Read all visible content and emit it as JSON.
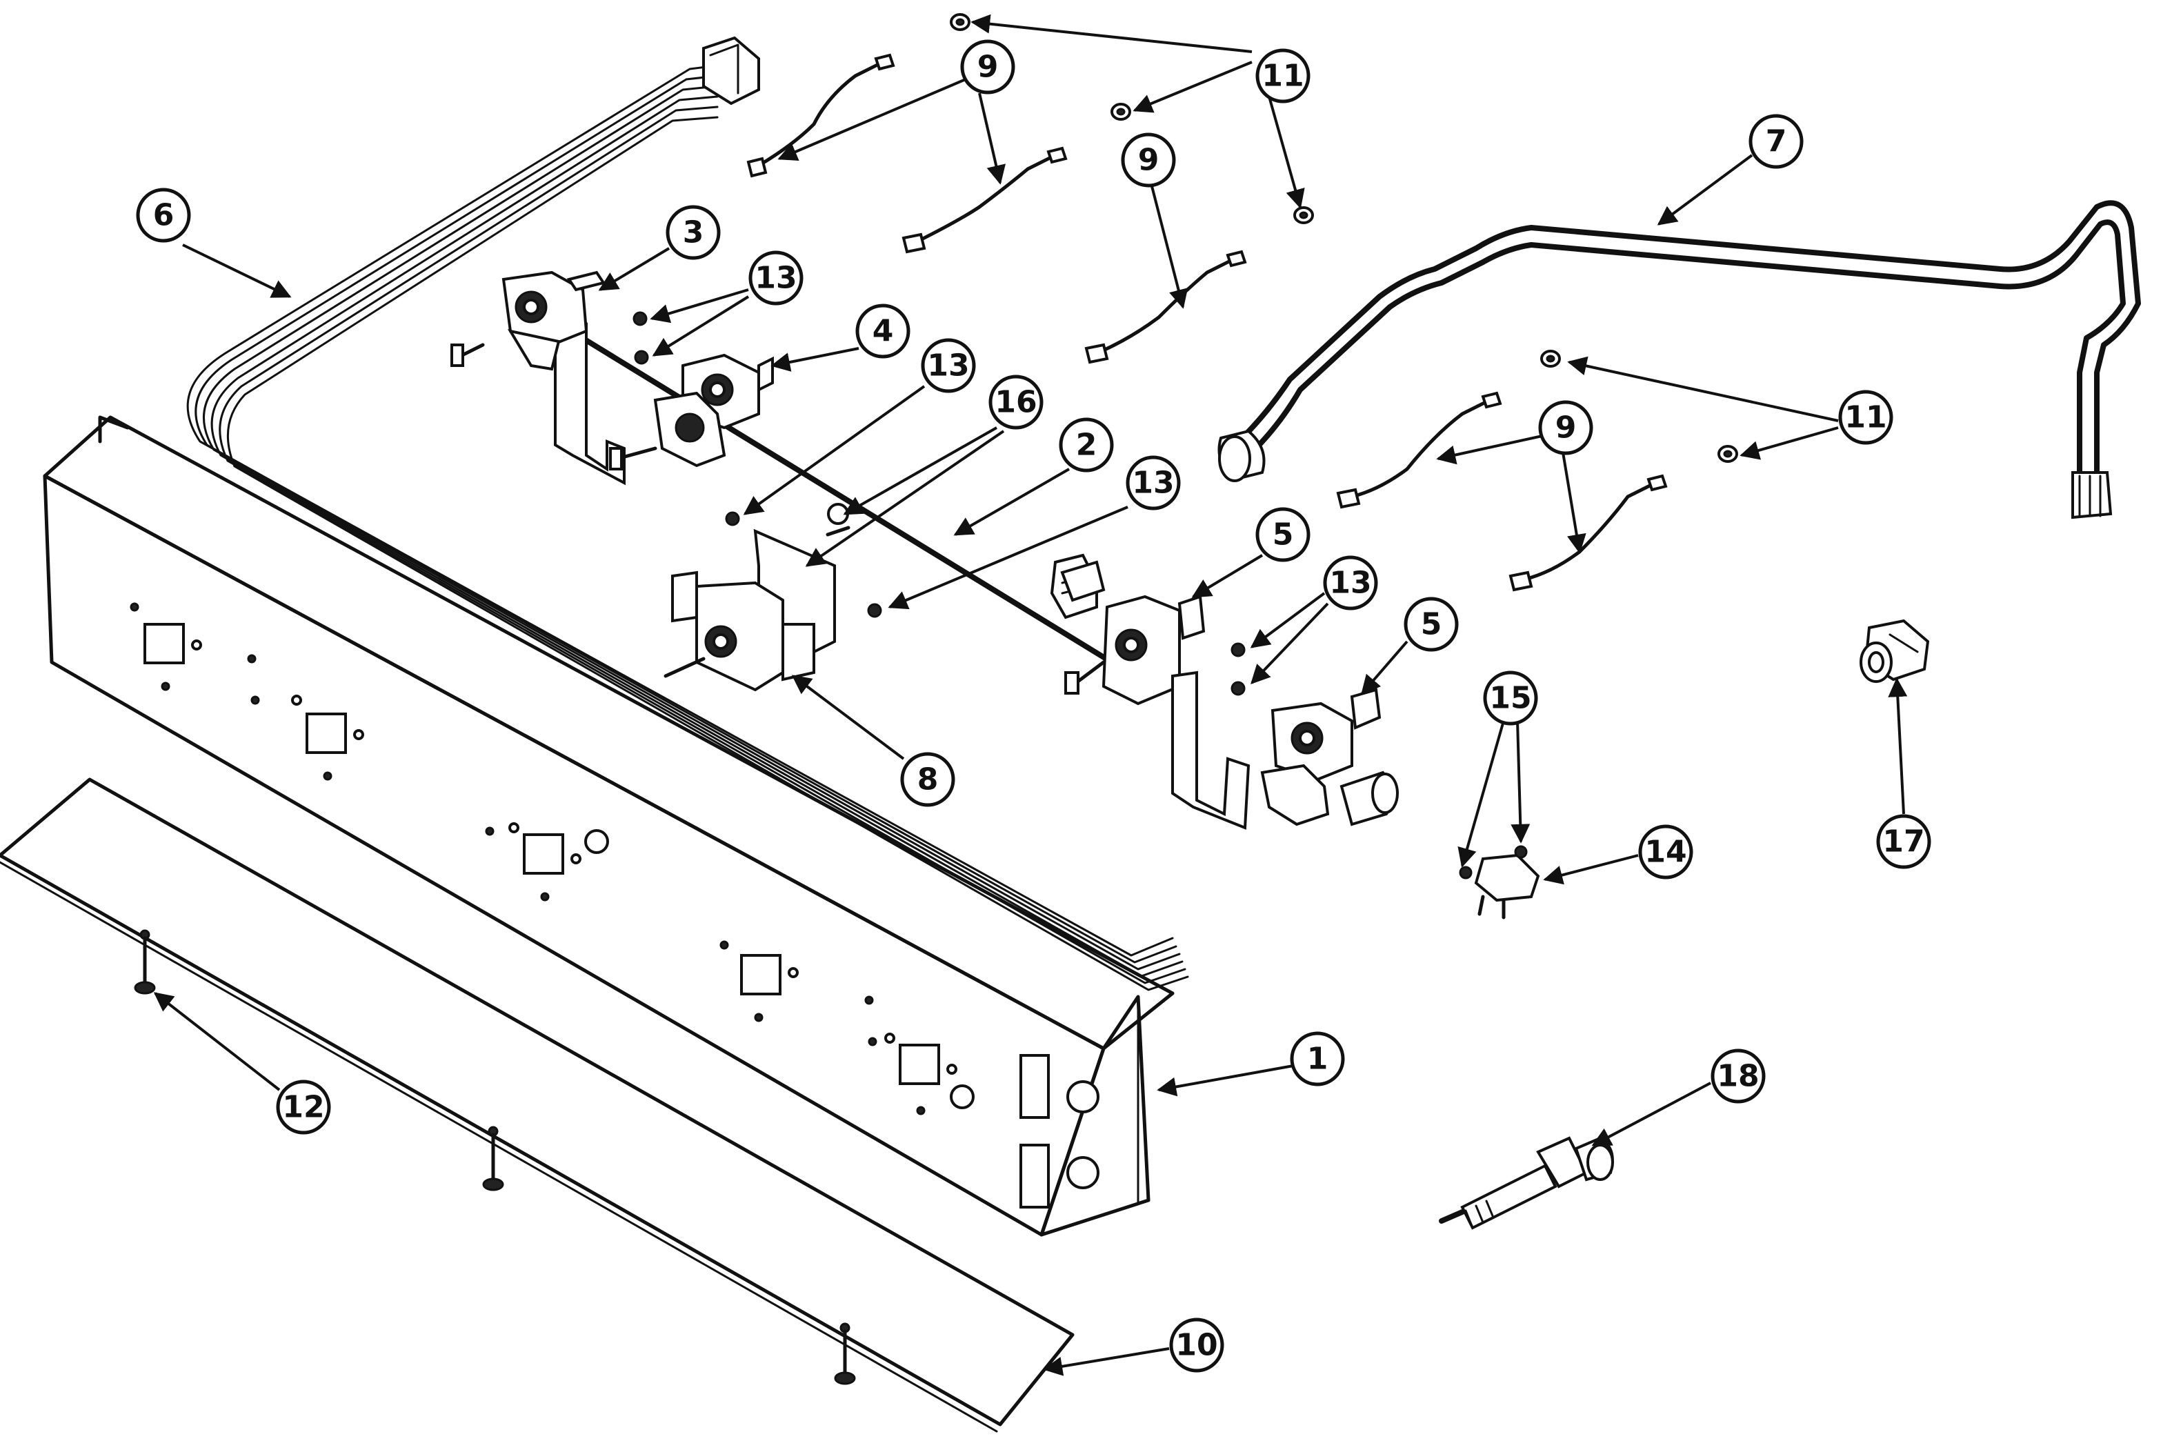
{
  "callouts": [
    {
      "id": "c1",
      "label": "1"
    },
    {
      "id": "c2",
      "label": "2"
    },
    {
      "id": "c3",
      "label": "3"
    },
    {
      "id": "c4",
      "label": "4"
    },
    {
      "id": "c5a",
      "label": "5"
    },
    {
      "id": "c5b",
      "label": "5"
    },
    {
      "id": "c6",
      "label": "6"
    },
    {
      "id": "c7",
      "label": "7"
    },
    {
      "id": "c8",
      "label": "8"
    },
    {
      "id": "c9a",
      "label": "9"
    },
    {
      "id": "c9b",
      "label": "9"
    },
    {
      "id": "c9c",
      "label": "9"
    },
    {
      "id": "c10",
      "label": "10"
    },
    {
      "id": "c11a",
      "label": "11"
    },
    {
      "id": "c11b",
      "label": "11"
    },
    {
      "id": "c12",
      "label": "12"
    },
    {
      "id": "c13a",
      "label": "13"
    },
    {
      "id": "c13b",
      "label": "13"
    },
    {
      "id": "c13c",
      "label": "13"
    },
    {
      "id": "c13d",
      "label": "13"
    },
    {
      "id": "c14",
      "label": "14"
    },
    {
      "id": "c15",
      "label": "15"
    },
    {
      "id": "c16",
      "label": "16"
    },
    {
      "id": "c17",
      "label": "17"
    },
    {
      "id": "c18",
      "label": "18"
    }
  ]
}
